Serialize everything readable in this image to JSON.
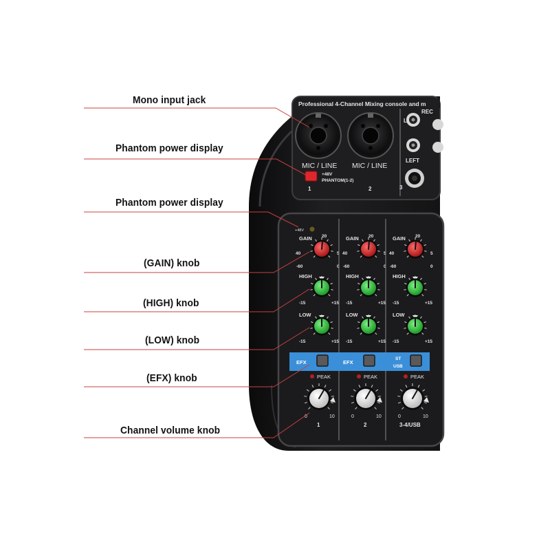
{
  "callouts": [
    {
      "id": "mono",
      "text": "Mono input jack"
    },
    {
      "id": "phantom1",
      "text": "Phantom power display"
    },
    {
      "id": "phantom2",
      "text": "Phantom power display"
    },
    {
      "id": "gain",
      "text": "(GAIN) knob"
    },
    {
      "id": "high",
      "text": "(HIGH) knob"
    },
    {
      "id": "low",
      "text": "(LOW) knob"
    },
    {
      "id": "efx",
      "text": "(EFX) knob"
    },
    {
      "id": "volume",
      "text": "Channel volume knob"
    }
  ],
  "device": {
    "header": "Professional 4-Channel Mixing console and m",
    "rec_label": "REC",
    "l_label": "L",
    "left_label": "LEFT",
    "jack3_label": "3",
    "mic_line": "MIC / LINE",
    "ch1": "1",
    "ch2": "2",
    "phantom_v": "+48V",
    "phantom_text": "PHANTOM(1-2)",
    "led_label": "+48V",
    "gain_label": "GAIN",
    "high_label": "HIGH",
    "low_label": "LOW",
    "gain_scale": [
      "20",
      "40",
      "5",
      "-60",
      "0"
    ],
    "eq_scale": [
      "-15",
      "+15"
    ],
    "efx_label": "EFX",
    "st_label": "ST",
    "usb_label": "USB",
    "peak_label": "PEAK",
    "vol_scale": [
      "0",
      "10"
    ],
    "channel_names": [
      "1",
      "2",
      "3-4/USB"
    ]
  },
  "colors": {
    "device_body": "#1c1c1e",
    "panel": "#262628",
    "gain_knob": "#d42a2a",
    "eq_knob": "#2fbf3a",
    "efx_strip": "#3a8fd8",
    "callout_line": "#c84040"
  }
}
